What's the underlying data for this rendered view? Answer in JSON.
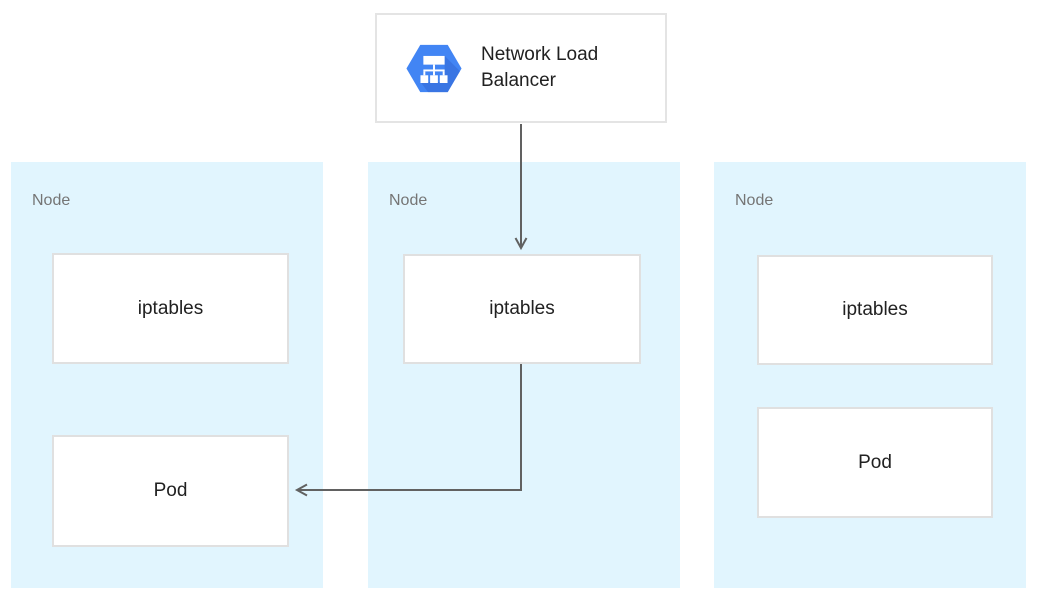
{
  "title": "Network Load Balancer to Node iptables and Pod diagram",
  "colors": {
    "icon_blue": "#4285F4",
    "icon_blue_shadow": "#3367D6",
    "node_background": "#E1F5FE",
    "box_border": "#E0E0E0",
    "card_border": "#E4E4E4",
    "arrow": "#616161",
    "node_label_text": "#757575",
    "box_text": "#212121"
  },
  "load_balancer": {
    "label": "Network Load Balancer",
    "icon": "network-load-balancer-hexagon-icon"
  },
  "nodes": [
    {
      "label": "Node",
      "iptables_label": "iptables",
      "pod_label": "Pod"
    },
    {
      "label": "Node",
      "iptables_label": "iptables"
    },
    {
      "label": "Node",
      "iptables_label": "iptables",
      "pod_label": "Pod"
    }
  ],
  "edges": [
    {
      "from": "network-load-balancer",
      "to": "node-middle-iptables"
    },
    {
      "from": "node-middle-iptables",
      "to": "node-left-pod"
    }
  ]
}
